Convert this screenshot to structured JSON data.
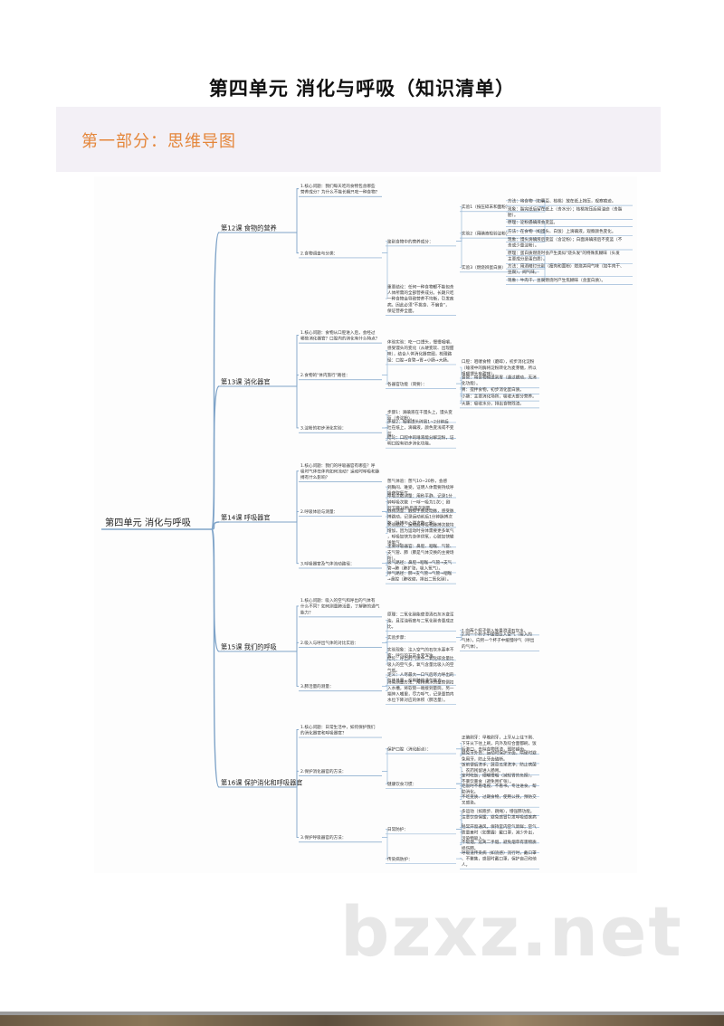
{
  "title": "第四单元  消化与呼吸（知识清单）",
  "section_title": "第一部分：思维导图",
  "watermark": "bzxz.net",
  "colors": {
    "branch_line": "#7ea3c8",
    "leaf_line": "#9bbad8",
    "section_orange": "#e4863a",
    "section_bg": "#f3f0f6"
  },
  "mindmap": {
    "root": "第四单元 消化与呼吸",
    "lessons": [
      {
        "name": "第12课 食物的营养",
        "items": [
          {
            "text": "1.核心问题：我们每天吃的食物包含哪些营养成分？为什么不能长期只吃一种食物？",
            "children": []
          },
          {
            "text": "2.食物调查与分类：",
            "children": [
              {
                "text": "鉴别食物中的营养成分：",
                "children": [
                  {
                    "text": "实验1（按压碎末和面粉）",
                    "children": [
                      {
                        "text": "方法：将食物（如囊豆、核桃）放在纸上按压，观察痕迹。"
                      },
                      {
                        "text": "现象：脂完纸后留在纸上（含水分）；核桃按压后留油迹（含脂肪）。"
                      }
                    ]
                  },
                  {
                    "text": "实验2（用碘液检验淀粉）",
                    "children": [
                      {
                        "text": "原理：淀粉遇碘液会变蓝。"
                      },
                      {
                        "text": "方法：在食物（如馒头、白饭）上滴碘液，观察颜色变化。"
                      },
                      {
                        "text": "现象：馒头滴碘液后变蓝（含淀粉）；白面滴碘液后不变蓝（不含或少量淀粉）。"
                      }
                    ]
                  },
                  {
                    "text": "实验3（燃烧辨蛋白质）",
                    "children": [
                      {
                        "text": "原理：蛋白质燃烧时会产生类似\"烧头发\"的特殊焦糊味（头发主要成分是蛋白质）。"
                      },
                      {
                        "text": "方法：用酒精灯分别（瘦肉和面粉）燃烧并闻气味（如牛肉干、豆腐），闻气味。"
                      },
                      {
                        "text": "现象：牛肉干、豆腐燃烧时产生焦糊味（含蛋白质）。"
                      }
                    ]
                  }
                ]
              },
              {
                "text": "重要结论：任何一种食物都不能包含人体所需的全部营养成分。长期只吃一种食物会导致营养不均衡，引发疾病。因此必须\"不挑食、不偏食\"，保证营养全面。",
                "children": []
              }
            ]
          }
        ]
      },
      {
        "name": "第13课 消化器官",
        "items": [
          {
            "text": "1.核心问题：食物从口腔进入后，会经过哪些消化器官？口腔内的消化有什么特点？",
            "children": []
          },
          {
            "text": "2.食物的\"体内旅行\"路径：",
            "children": [
              {
                "text": "体验实验：吃一口馒头，慢慢咀嚼，感受馒头的变化（从硬变软、出现甜味），结合人体消化器官图，梳理路径：口腔→食管→胃→小肠→大肠。",
                "children": []
              },
              {
                "text": "各器官功能（简要）：",
                "children": [
                  {
                    "text": "口腔：咀嚼食物（磨碎），初步消化淀粉（唾液中的酶将淀粉转化为麦芽糖，所以咀嚼馒头有甜味）。"
                  },
                  {
                    "text": "食管：将食物输送到胃（通过蠕动，无消化功能）。"
                  },
                  {
                    "text": "胃：搅拌食物，初步消化蛋白质。"
                  },
                  {
                    "text": "小肠：主要消化场所，吸收大部分营养。"
                  },
                  {
                    "text": "大肠：吸收水分，排出食物残渣。"
                  }
                ]
              }
            ]
          },
          {
            "text": "3.淀粉的初步消化实验：",
            "children": [
              {
                "text": "步骤1：滴碘液在干馒头上，馒头变蓝（含淀粉）。",
                "children": []
              },
              {
                "text": "步骤2：咀嚼馒头碎屑1~2分钟后吐在纸上，滴碘液，颜色变浅或不变蓝。",
                "children": []
              },
              {
                "text": "结论：口腔中的唾液能分解淀粉，证明口腔有初步消化功能。",
                "children": []
              }
            ]
          }
        ]
      },
      {
        "name": "第14课 呼吸器官",
        "items": [
          {
            "text": "1.核心问题：我们的呼吸器官有哪些？呼吸时气体在体内如何流动？运动时呼吸和脉搏有什么影响？",
            "children": []
          },
          {
            "text": "2.呼吸体验与测量：",
            "children": [
              {
                "text": "憋气体验：憋气10~20秒，会感到胸闷、难受，证明人体需要持续呼吸获取氧气。",
                "children": []
              },
              {
                "text": "呼吸次数测量：用秒平静、记录1分钟呼吸次数（一呼一吸为1次）；剧烈下蹲30秒后再次测量。",
                "children": []
              },
              {
                "text": "脉搏测量：触摸手腕处动脉，感受脉搏跳动，记录运动前后1分钟脉搏次数（脉搏与心跳次数一致）。",
                "children": []
              },
              {
                "text": "实验结论：运动后呼吸和脉搏次数均增加，因为运动时身体需要更多氧气，呼吸加快为身体供氧，心脏加快输送氧气。",
                "children": []
              }
            ]
          },
          {
            "text": "3.呼吸器官及气体流动路径：",
            "children": [
              {
                "text": "主要呼吸器官：鼻腔、咽喉、气管、支气管、肺（肺是气体交换的主要场所）。",
                "children": []
              },
              {
                "text": "吸气路径：鼻腔→咽喉→气管→支气管→肺（肺扩张，吸入氧气）。",
                "children": []
              },
              {
                "text": "呼气路径：肺→支气管→气管→咽喉→鼻腔（肺收缩，排出二氧化碳）。",
                "children": []
              }
            ]
          }
        ]
      },
      {
        "name": "第15课 我们的呼吸",
        "items": [
          {
            "text": "1.核心问题：吸入的空气和呼出的气体有什么不同？如何测量肺活量，了解肺的通气能力？",
            "children": []
          },
          {
            "text": "2.吸入与呼出气体的对比实验：",
            "children": [
              {
                "text": "原理：二氧化碳能使澄清石灰水变浑浊，且浑浊程度与二氧化碳含量成正比。",
                "children": []
              },
              {
                "text": "实验步骤：",
                "children": [
                  {
                    "text": "1.向两个杯子倒入等量澄清石灰水。"
                  },
                  {
                    "text": "2.向一个杯子中缓慢压入空气（吸入的气体），向另一个杯子中缓慢呼气（呼出的气体）。"
                  }
                ]
              },
              {
                "text": "实验现象：注入空气的石灰水基本不变；呼气的石灰水变浑浊。",
                "children": []
              },
              {
                "text": "结论：呼出的气体中二氧化碳含量比吸入的空气多，氧气含量比吸入的空气低。",
                "children": []
              }
            ]
          },
          {
            "text": "3.肺活量的测量：",
            "children": [
              {
                "text": "定义：人尽最大一口气后尽力呼出的气体总量，反映肺的通气能力。",
                "children": []
              },
              {
                "text": "简易测量方法：用排满水的量筒倒扣入水槽，将软管一端接到量筒，另一端伸入嘴里，尽力呼气，记录量筒内水位下降对应的体积（肺活量）。",
                "children": []
              }
            ]
          }
        ]
      },
      {
        "name": "第16课 保护消化和呼吸器官",
        "items": [
          {
            "text": "1.核心问题：日常生活中，如何保护我们的消化器官和呼吸器官？",
            "children": []
          },
          {
            "text": "2.保护消化器官的方法：",
            "children": [
              {
                "text": "保护口腔（消化起点）：",
                "children": [
                  {
                    "text": "正确刷牙：早晚刷牙，上牙从上往下刷、下牙从下往上刷，内外及咬合面都刷，饭后漱口，去除食物残渣，预防龋齿。"
                  },
                  {
                    "text": "避免牙外伤：运动时保护牙齿，啃硬时避免用牙，防止牙齿磕断。"
                  }
                ]
              },
              {
                "text": "健康饮食习惯：",
                "children": [
                  {
                    "text": "饭前便后洗手，蔬菜瓜果洗净，防止病菌、农药残留进入肠胃。"
                  },
                  {
                    "text": "定时吃饭，细嚼慢咽（减轻胃的负担），不暴饮暴食（避免胃扩张）。"
                  },
                  {
                    "text": "吃饭时不看电视、不看书，专注进食，帮助消化。"
                  },
                  {
                    "text": "不吃变质、过期食物，使用公筷，预防交叉感染。"
                  }
                ]
              }
            ]
          },
          {
            "text": "3.保护呼吸器官的方法：",
            "children": [
              {
                "text": "日常防护：",
                "children": [
                  {
                    "text": "多运动（如跑步、跳绳），增强肺功能。"
                  },
                  {
                    "text": "注意饮食保暖，避免感冒引发呼吸道疾病。"
                  },
                  {
                    "text": "经常开窗通风，保持室内空气新鲜；空气质量差时（如雾霾）戴口罩，减少外出，污染物吸入。"
                  },
                  {
                    "text": "不吸烟，远离二手烟，避免烟草有害物质损伤肺。"
                  }
                ]
              },
              {
                "text": "传染病防护：",
                "children": [
                  {
                    "text": "呼吸道传染病（如流感）流行时，戴口罩、不聚集，感冒时戴口罩，保护自己和他人。"
                  }
                ]
              }
            ]
          }
        ]
      }
    ]
  }
}
